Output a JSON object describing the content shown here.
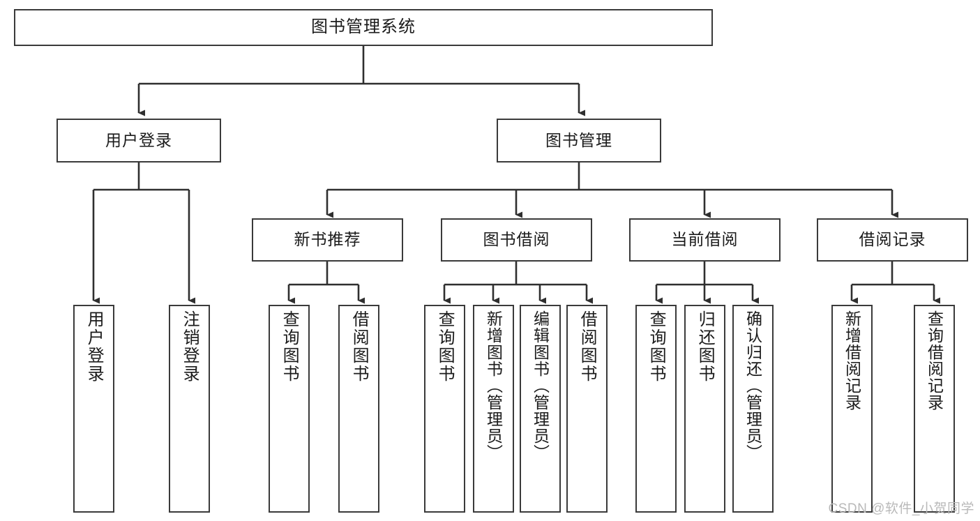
{
  "diagram": {
    "title": "图书管理系统",
    "type": "tree",
    "watermark": "CSDN @软件_小贺同学",
    "colors": {
      "box_border": "#3a3a3a",
      "box_fill": "#ffffff",
      "edge": "#2f2f2f",
      "text": "#1b1b1b",
      "watermark": "#b9b9b9"
    },
    "levels": {
      "root": {
        "label": "图书管理系统"
      },
      "level2": [
        {
          "label": "用户登录"
        },
        {
          "label": "图书管理"
        }
      ],
      "level3": [
        {
          "label": "新书推荐"
        },
        {
          "label": "图书借阅"
        },
        {
          "label": "当前借阅"
        },
        {
          "label": "借阅记录"
        }
      ],
      "leaves": {
        "user_login": [
          {
            "label": "用户登录"
          },
          {
            "label": "注销登录"
          }
        ],
        "new_book_recommend": [
          {
            "label": "查询图书"
          },
          {
            "label": "借阅图书"
          }
        ],
        "book_borrow": [
          {
            "label": "查询图书"
          },
          {
            "label": "新增图书（管理员）"
          },
          {
            "label": "编辑图书（管理员）"
          },
          {
            "label": "借阅图书"
          }
        ],
        "current_borrow": [
          {
            "label": "查询图书"
          },
          {
            "label": "归还图书"
          },
          {
            "label": "确认归还（管理员）"
          }
        ],
        "borrow_records": [
          {
            "label": "新增借阅记录"
          },
          {
            "label": "查询借阅记录"
          }
        ]
      }
    }
  }
}
